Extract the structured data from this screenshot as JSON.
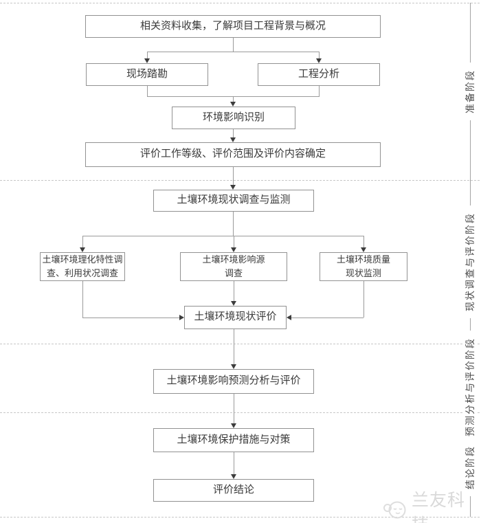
{
  "flowchart": {
    "boxes": {
      "collect": "相关资料收集，了解项目工程背景与概况",
      "site_survey": "现场踏勘",
      "engineering_analysis": "工程分析",
      "impact_identification": "环境影响识别",
      "evaluation_scope": "评价工作等级、评价范围及评价内容确定",
      "status_survey_monitoring": "土壤环境现状调查与监测",
      "physicochemical_survey": "土壤环境理化特性调\n查、利用状况调查",
      "impact_source_survey": "土壤环境影响源\n调查",
      "quality_monitoring": "土壤环境质量\n现状监测",
      "status_evaluation": "土壤环境现状评价",
      "prediction_evaluation": "土壤环境影响预测分析与评价",
      "protection_measures": "土壤环境保护措施与对策",
      "conclusion": "评价结论"
    },
    "stages": [
      {
        "label": "准备阶段"
      },
      {
        "label": "现状调查与评价阶段"
      },
      {
        "label": "预测分析与评价阶段"
      },
      {
        "label": "结论阶段"
      }
    ],
    "watermark": {
      "logo_icon": "lanyou-mascot-icon",
      "brand": "兰友科技"
    },
    "colors": {
      "line": "#9a9a9a",
      "box_border": "#919191",
      "text": "#3a3a3a",
      "dashed_divider": "#c6c6c6",
      "arrow": "#3d3d3d",
      "watermark": "#d9d9d9"
    }
  }
}
